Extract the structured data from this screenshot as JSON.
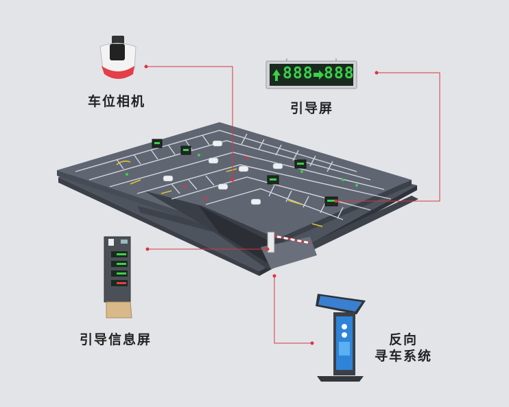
{
  "labels": {
    "camera": "车位相机",
    "guide_screen": "引导屏",
    "info_screen": "引导信息屏",
    "reverse_search_line1": "反向",
    "reverse_search_line2": "寻车系统"
  },
  "guide_screen_display": {
    "left_digits": "888",
    "right_digits": "888"
  },
  "colors": {
    "background": "#e3e4e8",
    "connector": "#d9363e",
    "led_green": "#3ad14b",
    "floor": "#5d6470"
  }
}
